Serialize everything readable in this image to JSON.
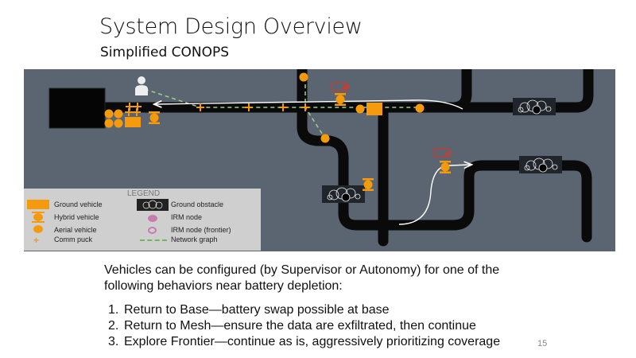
{
  "title": "System Design Overview",
  "subtitle": "Simplified CONOPS",
  "legend": {
    "heading": "LEGEND",
    "items": [
      "Ground vehicle",
      "Hybrid vehicle",
      "Aerial vehicle",
      "Comm puck",
      "Ground obstacle",
      "IRM node",
      "IRM node (frontier)",
      "Network graph"
    ]
  },
  "colors": {
    "vehicle": "#f59a0c",
    "map_bg": "#5b6471",
    "corridor": "#0a0a0a",
    "network": "#9fcf8a",
    "irm": "#c77bb0",
    "battery": "#d0392b"
  },
  "body": "Vehicles can be configured (by Supervisor or Autonomy) for one of the following behaviors near battery depletion:",
  "list": [
    {
      "n": "1.",
      "text": "Return to Base—battery swap possible at base"
    },
    {
      "n": "2.",
      "text": "Return to Mesh—ensure the data are exfiltrated, then continue"
    },
    {
      "n": "3.",
      "text": "Explore Frontier—continue as is, aggressively prioritizing coverage"
    }
  ],
  "page_number": "15"
}
